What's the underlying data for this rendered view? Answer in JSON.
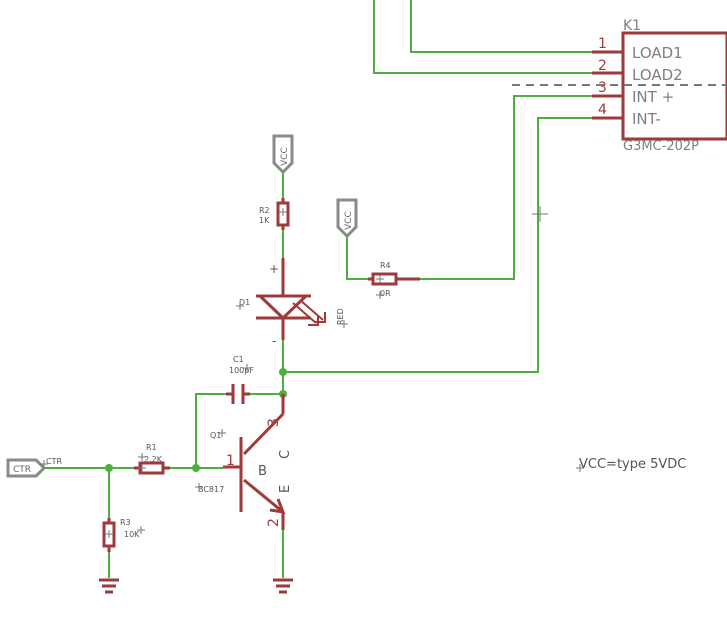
{
  "relay": {
    "ref": "K1",
    "value": "G3MC-202P",
    "pins": [
      {
        "num": "1",
        "name": "LOAD1"
      },
      {
        "num": "2",
        "name": "LOAD2"
      },
      {
        "num": "3",
        "name": "INT +"
      },
      {
        "num": "4",
        "name": "INT-"
      }
    ]
  },
  "supply_vcc_1": "VCC",
  "supply_vcc_2": "VCC",
  "r2": {
    "ref": "R2",
    "value": "1K"
  },
  "r4": {
    "ref": "R4",
    "value": "0R"
  },
  "d1": {
    "ref": "D1",
    "value": "RED",
    "plus": "+",
    "minus": "-"
  },
  "c1": {
    "ref": "C1",
    "value": "100pF"
  },
  "q1": {
    "ref": "Q1",
    "value": "BC817",
    "b": "B",
    "c": "C",
    "e": "E",
    "pin1": "1",
    "pin2": "2",
    "pin3": "3"
  },
  "r1": {
    "ref": "R1",
    "value": "2.2K"
  },
  "r3": {
    "ref": "R3",
    "value": "10K"
  },
  "ctr": {
    "port": "CTR",
    "net": "CTR"
  },
  "note": "VCC=type 5VDC",
  "colors": {
    "wire": "#4caf3f",
    "part": "#9e3a3a",
    "frame": "#8a8a8a"
  }
}
